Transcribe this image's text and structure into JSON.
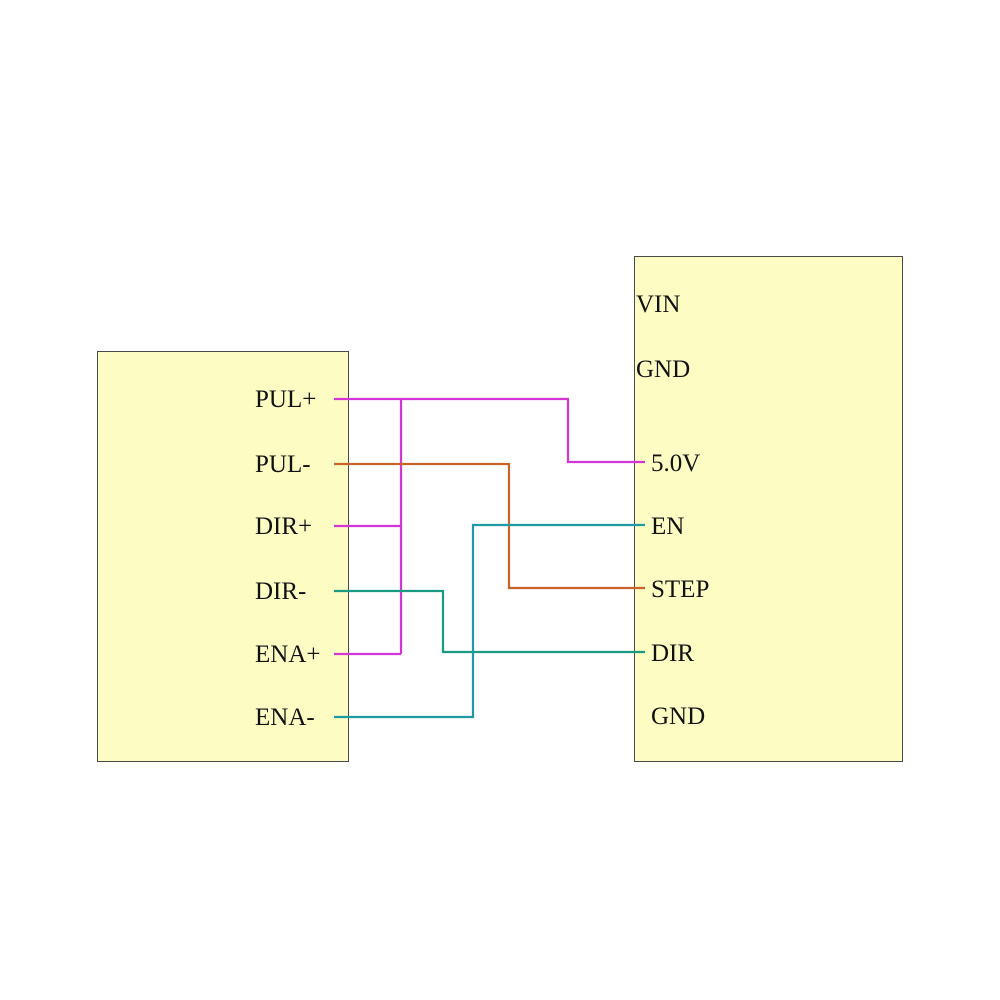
{
  "driver": {
    "pins": [
      "PUL+",
      "PUL-",
      "DIR+",
      "DIR-",
      "ENA+",
      "ENA-"
    ]
  },
  "controller": {
    "pins": [
      "VIN",
      "GND",
      "5.0V",
      "EN",
      "STEP",
      "DIR",
      "GND"
    ]
  },
  "wire_colors": {
    "magenta": "#d535d5",
    "orange": "#c8642a",
    "teal": "#1f9aa3",
    "green": "#1a9a82"
  },
  "connections": [
    {
      "from": "PUL+",
      "to": "5.0V",
      "color": "magenta"
    },
    {
      "from": "DIR+",
      "to": "5.0V",
      "color": "magenta"
    },
    {
      "from": "ENA+",
      "to": "5.0V",
      "color": "magenta"
    },
    {
      "from": "PUL-",
      "to": "STEP",
      "color": "orange"
    },
    {
      "from": "DIR-",
      "to": "DIR",
      "color": "green"
    },
    {
      "from": "ENA-",
      "to": "EN",
      "color": "teal"
    }
  ]
}
